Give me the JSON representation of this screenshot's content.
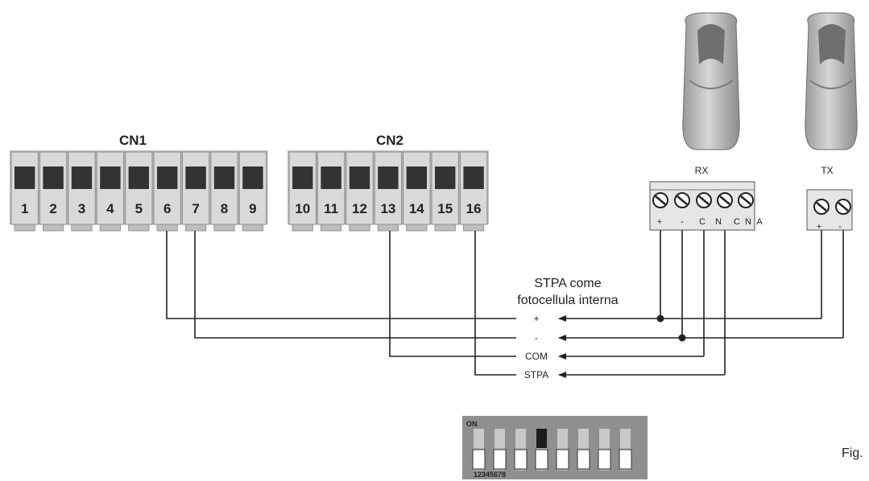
{
  "connectors": {
    "cn1": {
      "title": "CN1",
      "terminals": [
        "1",
        "2",
        "3",
        "4",
        "5",
        "6",
        "7",
        "8",
        "9"
      ]
    },
    "cn2": {
      "title": "CN2",
      "terminals": [
        "10",
        "11",
        "12",
        "13",
        "14",
        "15",
        "16"
      ]
    }
  },
  "devices": {
    "rx": {
      "label": "RX",
      "pins": [
        "+",
        "-",
        "C",
        "N",
        "C",
        "N",
        "A"
      ]
    },
    "tx": {
      "label": "TX",
      "pins": [
        "+",
        "-"
      ]
    }
  },
  "signals": [
    "+",
    "-",
    "COM",
    "STPA"
  ],
  "note_lines": [
    "STPA come",
    "fotocellula interna"
  ],
  "dip_switch": {
    "on_label": "ON",
    "numbers": "12345678",
    "count": 8,
    "active_switch": 4
  },
  "figure_label": "Fig.",
  "colors": {
    "line": "#222222",
    "terminal_body": "#d9d9d9",
    "terminal_window": "#333333",
    "dip_body": "#8f8f8f"
  }
}
